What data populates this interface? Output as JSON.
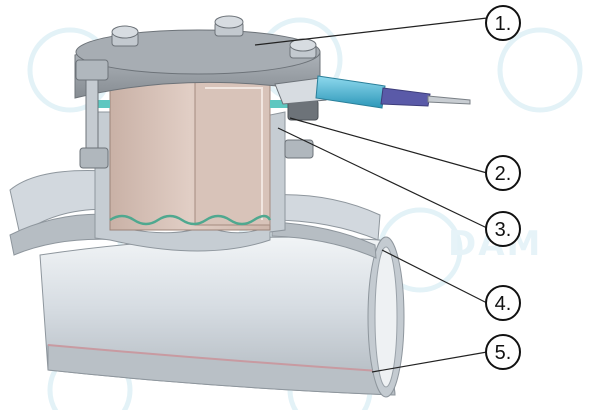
{
  "diagram": {
    "callouts": [
      {
        "label": "1."
      },
      {
        "label": "2."
      },
      {
        "label": "3."
      },
      {
        "label": "4."
      },
      {
        "label": "5."
      }
    ]
  },
  "watermark": {
    "text": "DAM"
  },
  "colors": {
    "pipe": "#d7dde3",
    "pipe_shadow": "#a8b0b8",
    "body": "#dcc7bd",
    "body_shadow": "#b9a197",
    "flange": "#9aa0a6",
    "bolt": "#b5bbc1",
    "probe_sheath": "#4fb7d6",
    "probe_tip": "#5a5aa8",
    "seal": "#5ec7c0"
  }
}
